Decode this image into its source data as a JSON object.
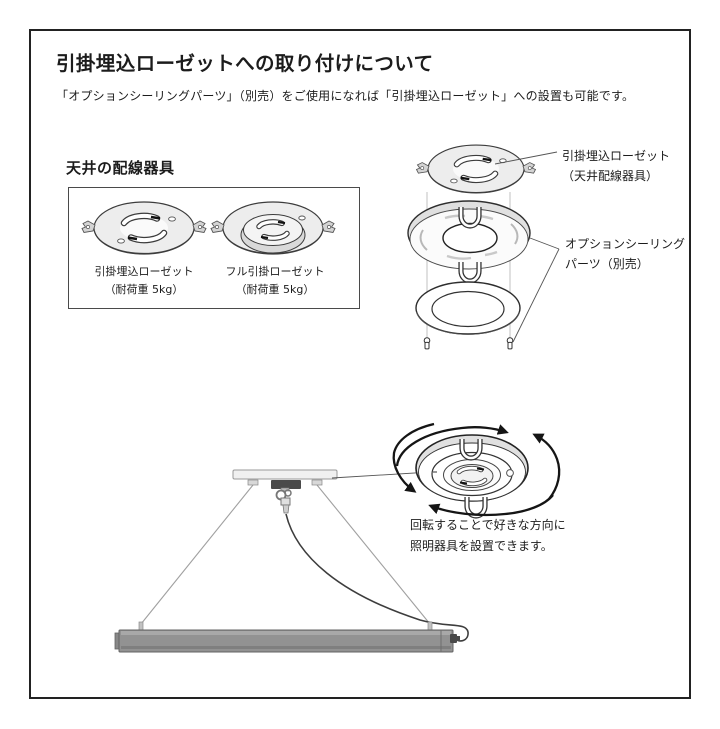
{
  "header": {
    "title": "引掛埋込ローゼットへの取り付けについて",
    "subtitle": "「オプションシーリングパーツ」（別売）をご使用になれば「引掛埋込ローゼット」への設置も可能です。"
  },
  "wiring_box": {
    "heading": "天井の配線器具",
    "items": [
      {
        "name": "引掛埋込ローゼット",
        "capacity": "（耐荷重 5kg）"
      },
      {
        "name": "フル引掛ローゼット",
        "capacity": "（耐荷重 5kg）"
      }
    ]
  },
  "exploded_view": {
    "label_ceiling_rosette": {
      "line1": "引掛埋込ローゼット",
      "line2": "（天井配線器具）"
    },
    "label_option_parts": {
      "line1": "オプションシーリング",
      "line2": "パーツ（別売）"
    }
  },
  "rotation_note": {
    "line1": "回転することで好きな方向に",
    "line2": "照明器具を設置できます。"
  },
  "colors": {
    "page_border": "#222222",
    "outline": "#333333",
    "rosette_fill": "#ededed",
    "rim_gray": "#e0e0e0",
    "bar_gray": "#929292",
    "wire_gray": "#a0a0a0",
    "cable_dark": "#3d3d3d",
    "arrow_black": "#151515"
  }
}
